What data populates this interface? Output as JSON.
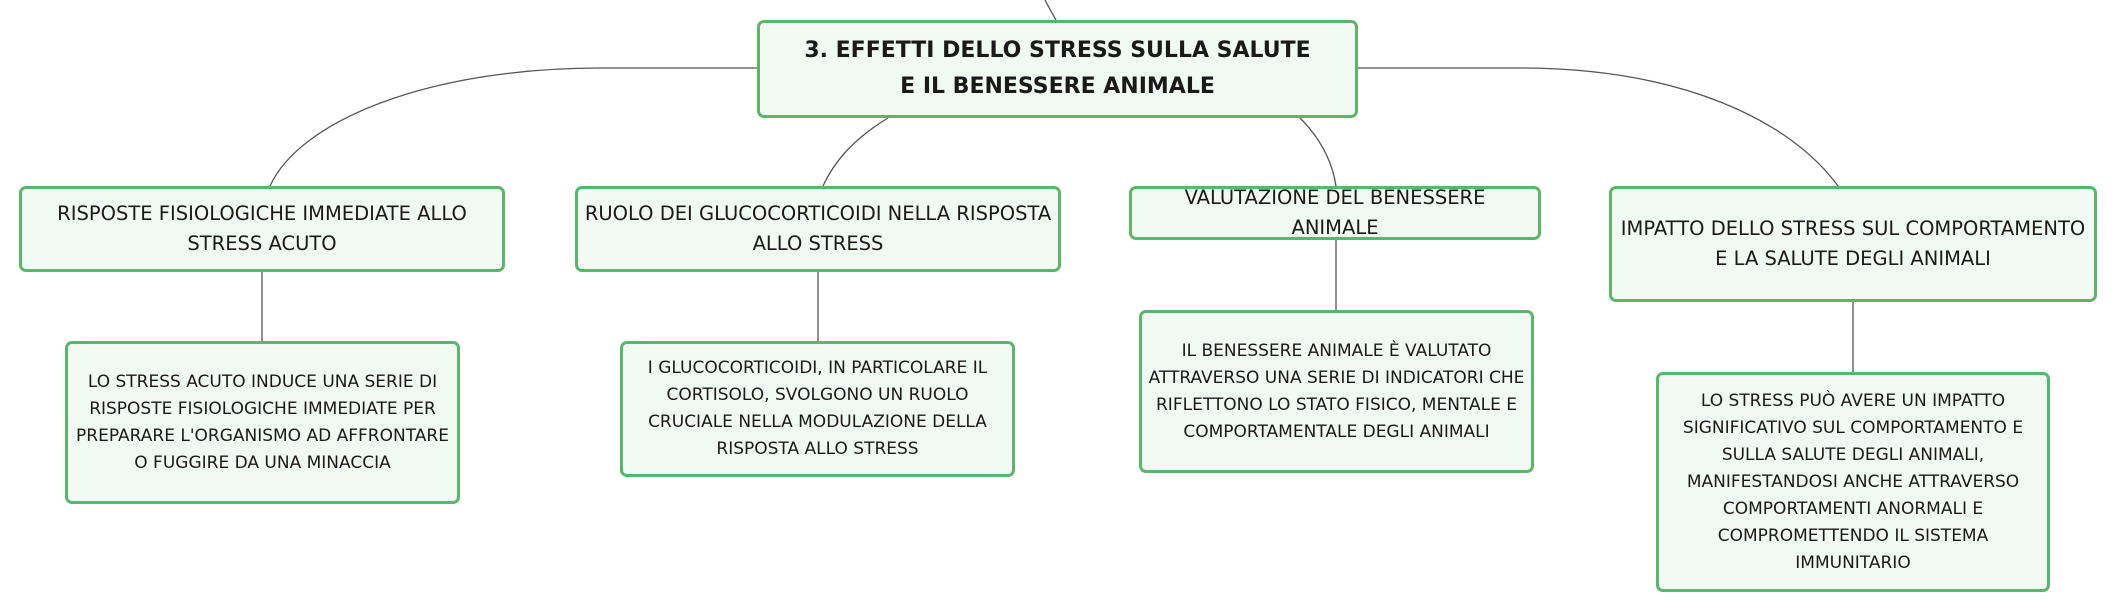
{
  "root": {
    "title": "3. EFFETTI DELLO STRESS SULLA SALUTE E IL BENESSERE ANIMALE"
  },
  "branches": [
    {
      "topic": "RISPOSTE FISIOLOGICHE IMMEDIATE ALLO STRESS ACUTO",
      "detail": "LO STRESS ACUTO INDUCE UNA SERIE DI RISPOSTE FISIOLOGICHE IMMEDIATE PER PREPARARE L'ORGANISMO AD AFFRONTARE O FUGGIRE DA UNA MINACCIA"
    },
    {
      "topic": "RUOLO DEI GLUCOCORTICOIDI NELLA RISPOSTA ALLO STRESS",
      "detail": "I GLUCOCORTICOIDI, IN PARTICOLARE IL CORTISOLO, SVOLGONO UN RUOLO CRUCIALE NELLA MODULAZIONE DELLA RISPOSTA ALLO STRESS"
    },
    {
      "topic": "VALUTAZIONE DEL BENESSERE ANIMALE",
      "detail": "IL BENESSERE ANIMALE È VALUTATO ATTRAVERSO UNA SERIE DI INDICATORI CHE RIFLETTONO LO STATO FISICO, MENTALE E COMPORTAMENTALE DEGLI ANIMALI"
    },
    {
      "topic": "IMPATTO DELLO STRESS SUL COMPORTAMENTO E LA SALUTE DEGLI ANIMALI",
      "detail": "LO STRESS PUÒ AVERE UN IMPATTO SIGNIFICATIVO SUL COMPORTAMENTO E SULLA SALUTE DEGLI ANIMALI, MANIFESTANDOSI ANCHE ATTRAVERSO COMPORTAMENTI ANORMALI E COMPROMETTENDO IL SISTEMA IMMUNITARIO"
    }
  ],
  "colors": {
    "node_border": "#5cb56b",
    "node_fill": "#f1f9f3",
    "connector": "#555555",
    "text": "#1a1a1a"
  }
}
